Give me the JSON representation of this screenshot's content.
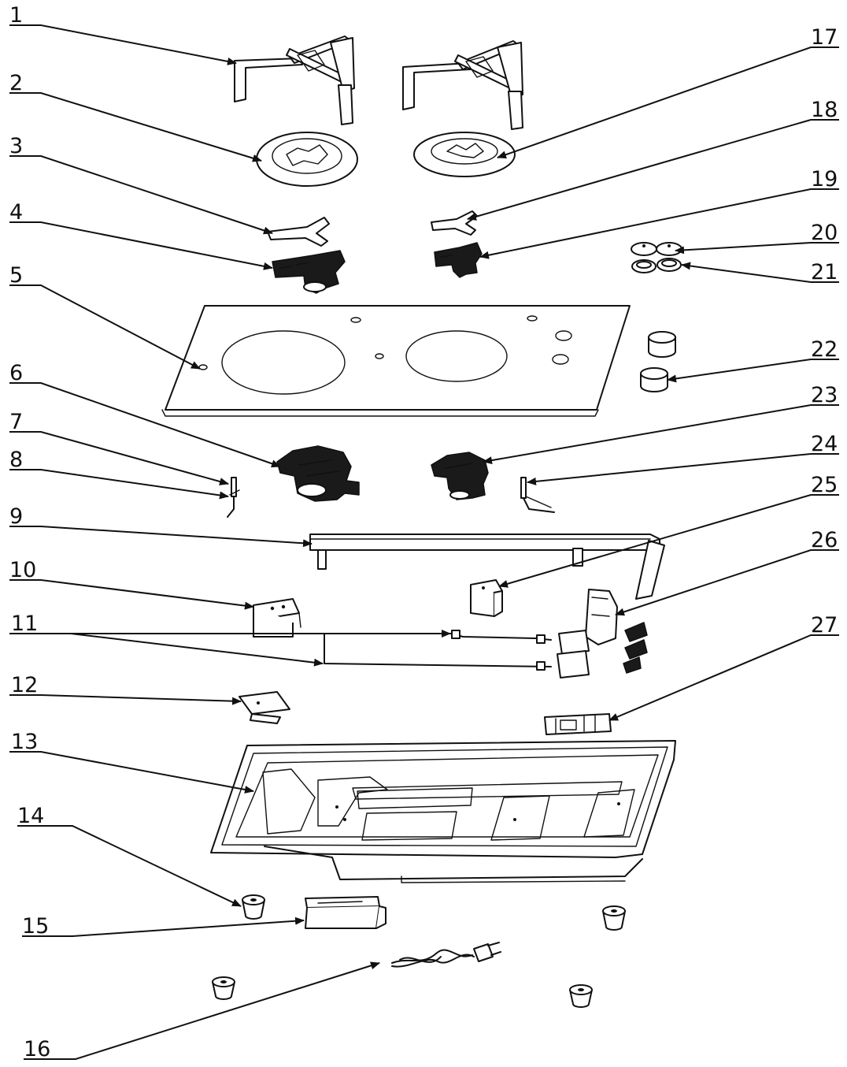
{
  "diagram": {
    "callouts": [
      {
        "id": 1,
        "label": "1"
      },
      {
        "id": 2,
        "label": "2"
      },
      {
        "id": 3,
        "label": "3"
      },
      {
        "id": 4,
        "label": "4"
      },
      {
        "id": 5,
        "label": "5"
      },
      {
        "id": 6,
        "label": "6"
      },
      {
        "id": 7,
        "label": "7"
      },
      {
        "id": 8,
        "label": "8"
      },
      {
        "id": 9,
        "label": "9"
      },
      {
        "id": 10,
        "label": "10"
      },
      {
        "id": 11,
        "label": "11"
      },
      {
        "id": 12,
        "label": "12"
      },
      {
        "id": 13,
        "label": "13"
      },
      {
        "id": 14,
        "label": "14"
      },
      {
        "id": 15,
        "label": "15"
      },
      {
        "id": 16,
        "label": "16"
      },
      {
        "id": 17,
        "label": "17"
      },
      {
        "id": 18,
        "label": "18"
      },
      {
        "id": 19,
        "label": "19"
      },
      {
        "id": 20,
        "label": "20"
      },
      {
        "id": 21,
        "label": "21"
      },
      {
        "id": 22,
        "label": "22"
      },
      {
        "id": 23,
        "label": "23"
      },
      {
        "id": 24,
        "label": "24"
      },
      {
        "id": 25,
        "label": "25"
      },
      {
        "id": 26,
        "label": "26"
      },
      {
        "id": 27,
        "label": "27"
      }
    ]
  }
}
